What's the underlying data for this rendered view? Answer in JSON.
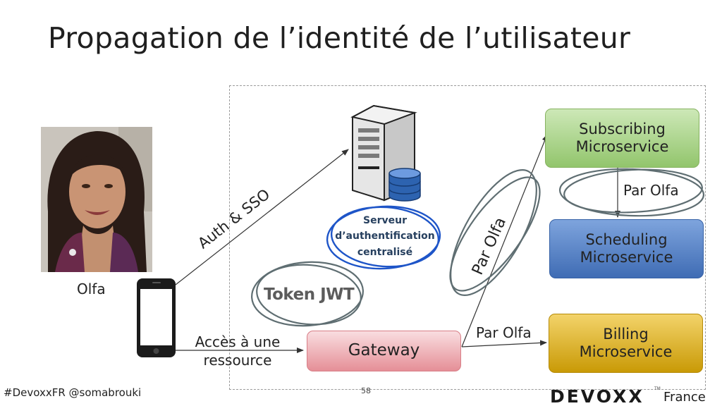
{
  "slide": {
    "title": "Propagation de l’identité de l’utilisateur",
    "footer_handle": "#DevoxxFR @somabrouki",
    "page_number": "58"
  },
  "person": {
    "name": "Olfa"
  },
  "labels": {
    "auth_sso": "Auth & SSO",
    "acces_line1": "Accès à une",
    "acces_line2": "ressource",
    "token_jwt": "Token JWT",
    "serveur_line1": "Serveur",
    "serveur_line2": "d’authentification",
    "serveur_line3": "centralisé",
    "par_olfa_rotated": "Par Olfa",
    "par_olfa_scheduling": "Par Olfa",
    "par_olfa_billing": "Par Olfa"
  },
  "services": {
    "subscribing": "Subscribing\nMicroservice",
    "scheduling": "Scheduling\nMicroservice",
    "billing": "Billing\nMicroservice",
    "gateway": "Gateway"
  },
  "logo": {
    "brand": "DEVOXX",
    "region": "France",
    "tm": "TM"
  },
  "colors": {
    "subscribing": "#92c56c",
    "scheduling": "#3f6cb4",
    "billing": "#c99a06",
    "gateway": "#e58f97",
    "circle_blue": "#1e55c8",
    "circle_grey": "#5f6e72"
  }
}
